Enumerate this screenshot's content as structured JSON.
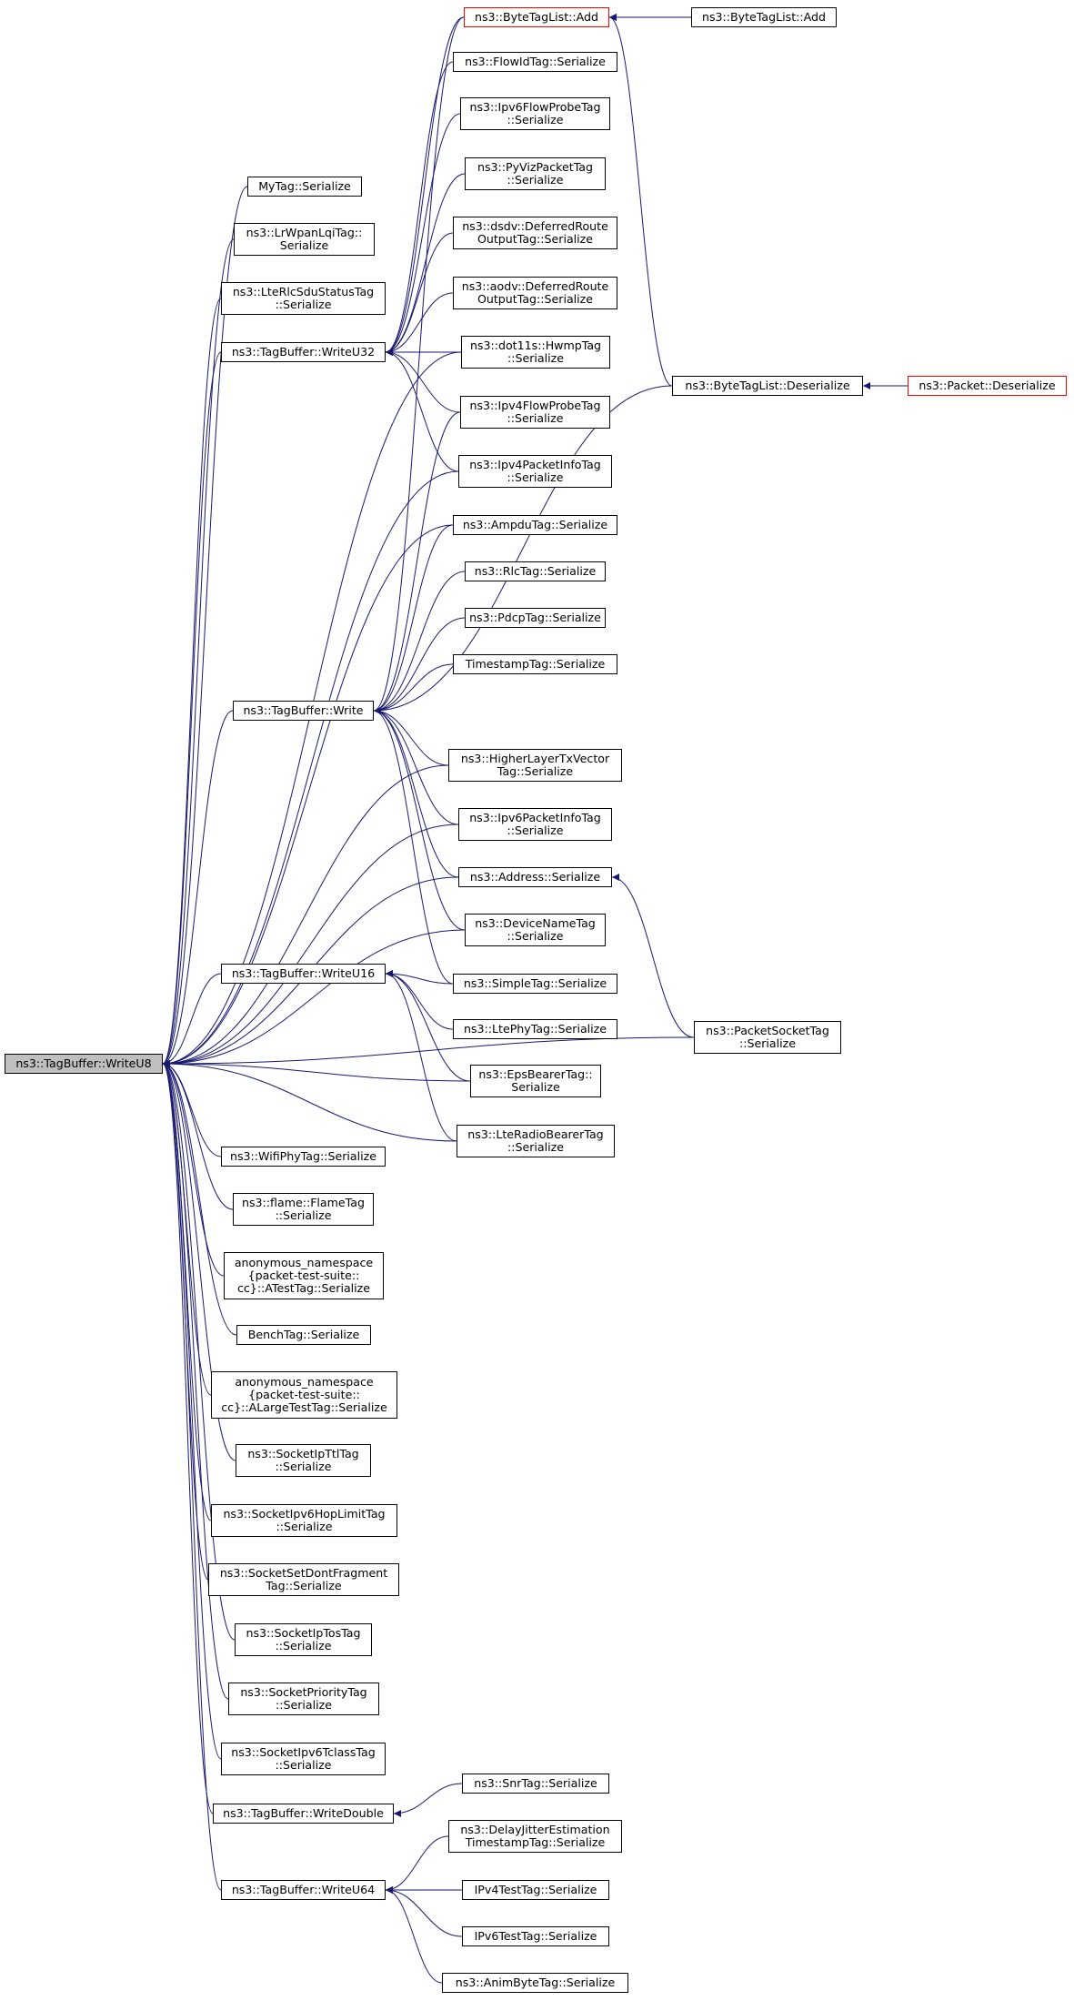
{
  "colors": {
    "edge": "#191970",
    "border": "#000000",
    "focus_fill": "#bfbfbf",
    "truncated_border": "#ff0000"
  },
  "nodes": {
    "writeu8": "ns3::TagBuffer::WriteU8",
    "mytag": "MyTag::Serialize",
    "lrwpan": "ns3::LrWpanLqiTag::\nSerialize",
    "lterlcsdu": "ns3::LteRlcSduStatusTag\n::Serialize",
    "writeu32": "ns3::TagBuffer::WriteU32",
    "write": "ns3::TagBuffer::Write",
    "writeu16": "ns3::TagBuffer::WriteU16",
    "wifiphy": "ns3::WifiPhyTag::Serialize",
    "flame": "ns3::flame::FlameTag\n::Serialize",
    "atesttag": "anonymous_namespace\n{packet-test-suite::\ncc}::ATestTag::Serialize",
    "benchtag": "BenchTag::Serialize",
    "alargetesttag": "anonymous_namespace\n{packet-test-suite::\ncc}::ALargeTestTag::Serialize",
    "socketipttl": "ns3::SocketIpTtlTag\n::Serialize",
    "socketipv6hop": "ns3::SocketIpv6HopLimitTag\n::Serialize",
    "socketsetdont": "ns3::SocketSetDontFragment\nTag::Serialize",
    "socketiptos": "ns3::SocketIpTosTag\n::Serialize",
    "socketpriority": "ns3::SocketPriorityTag\n::Serialize",
    "socketipv6tclass": "ns3::SocketIpv6TclassTag\n::Serialize",
    "writedouble": "ns3::TagBuffer::WriteDouble",
    "writeu64": "ns3::TagBuffer::WriteU64",
    "bytetaglistadd1": "ns3::ByteTagList::Add",
    "bytetaglistadd2": "ns3::ByteTagList::Add",
    "flowidtag": "ns3::FlowIdTag::Serialize",
    "ipv6flowprobe": "ns3::Ipv6FlowProbeTag\n::Serialize",
    "pyvizpacket": "ns3::PyVizPacketTag\n::Serialize",
    "dsdvdeferred": "ns3::dsdv::DeferredRoute\nOutputTag::Serialize",
    "aodvdeferred": "ns3::aodv::DeferredRoute\nOutputTag::Serialize",
    "dot11shwmp": "ns3::dot11s::HwmpTag\n::Serialize",
    "ipv4flowprobe": "ns3::Ipv4FlowProbeTag\n::Serialize",
    "ipv4packetinfo": "ns3::Ipv4PacketInfoTag\n::Serialize",
    "ampdutag": "ns3::AmpduTag::Serialize",
    "rlctag": "ns3::RlcTag::Serialize",
    "pdcptag": "ns3::PdcpTag::Serialize",
    "timestamptag": "TimestampTag::Serialize",
    "higherlayer": "ns3::HigherLayerTxVector\nTag::Serialize",
    "ipv6packetinfo": "ns3::Ipv6PacketInfoTag\n::Serialize",
    "address": "ns3::Address::Serialize",
    "devicename": "ns3::DeviceNameTag\n::Serialize",
    "simpletag": "ns3::SimpleTag::Serialize",
    "ltephytag": "ns3::LtePhyTag::Serialize",
    "epsbearer": "ns3::EpsBearerTag::\nSerialize",
    "lteradiobearer": "ns3::LteRadioBearerTag\n::Serialize",
    "snrtag": "ns3::SnrTag::Serialize",
    "delayjitter": "ns3::DelayJitterEstimation\nTimestampTag::Serialize",
    "ipv4testtag": "IPv4TestTag::Serialize",
    "ipv6testtag": "IPv6TestTag::Serialize",
    "animbytetag": "ns3::AnimByteTag::Serialize",
    "bytetaglistdeserialize": "ns3::ByteTagList::Deserialize",
    "packetdeserialize": "ns3::Packet::Deserialize",
    "packetsockettag": "ns3::PacketSocketTag\n::Serialize"
  }
}
